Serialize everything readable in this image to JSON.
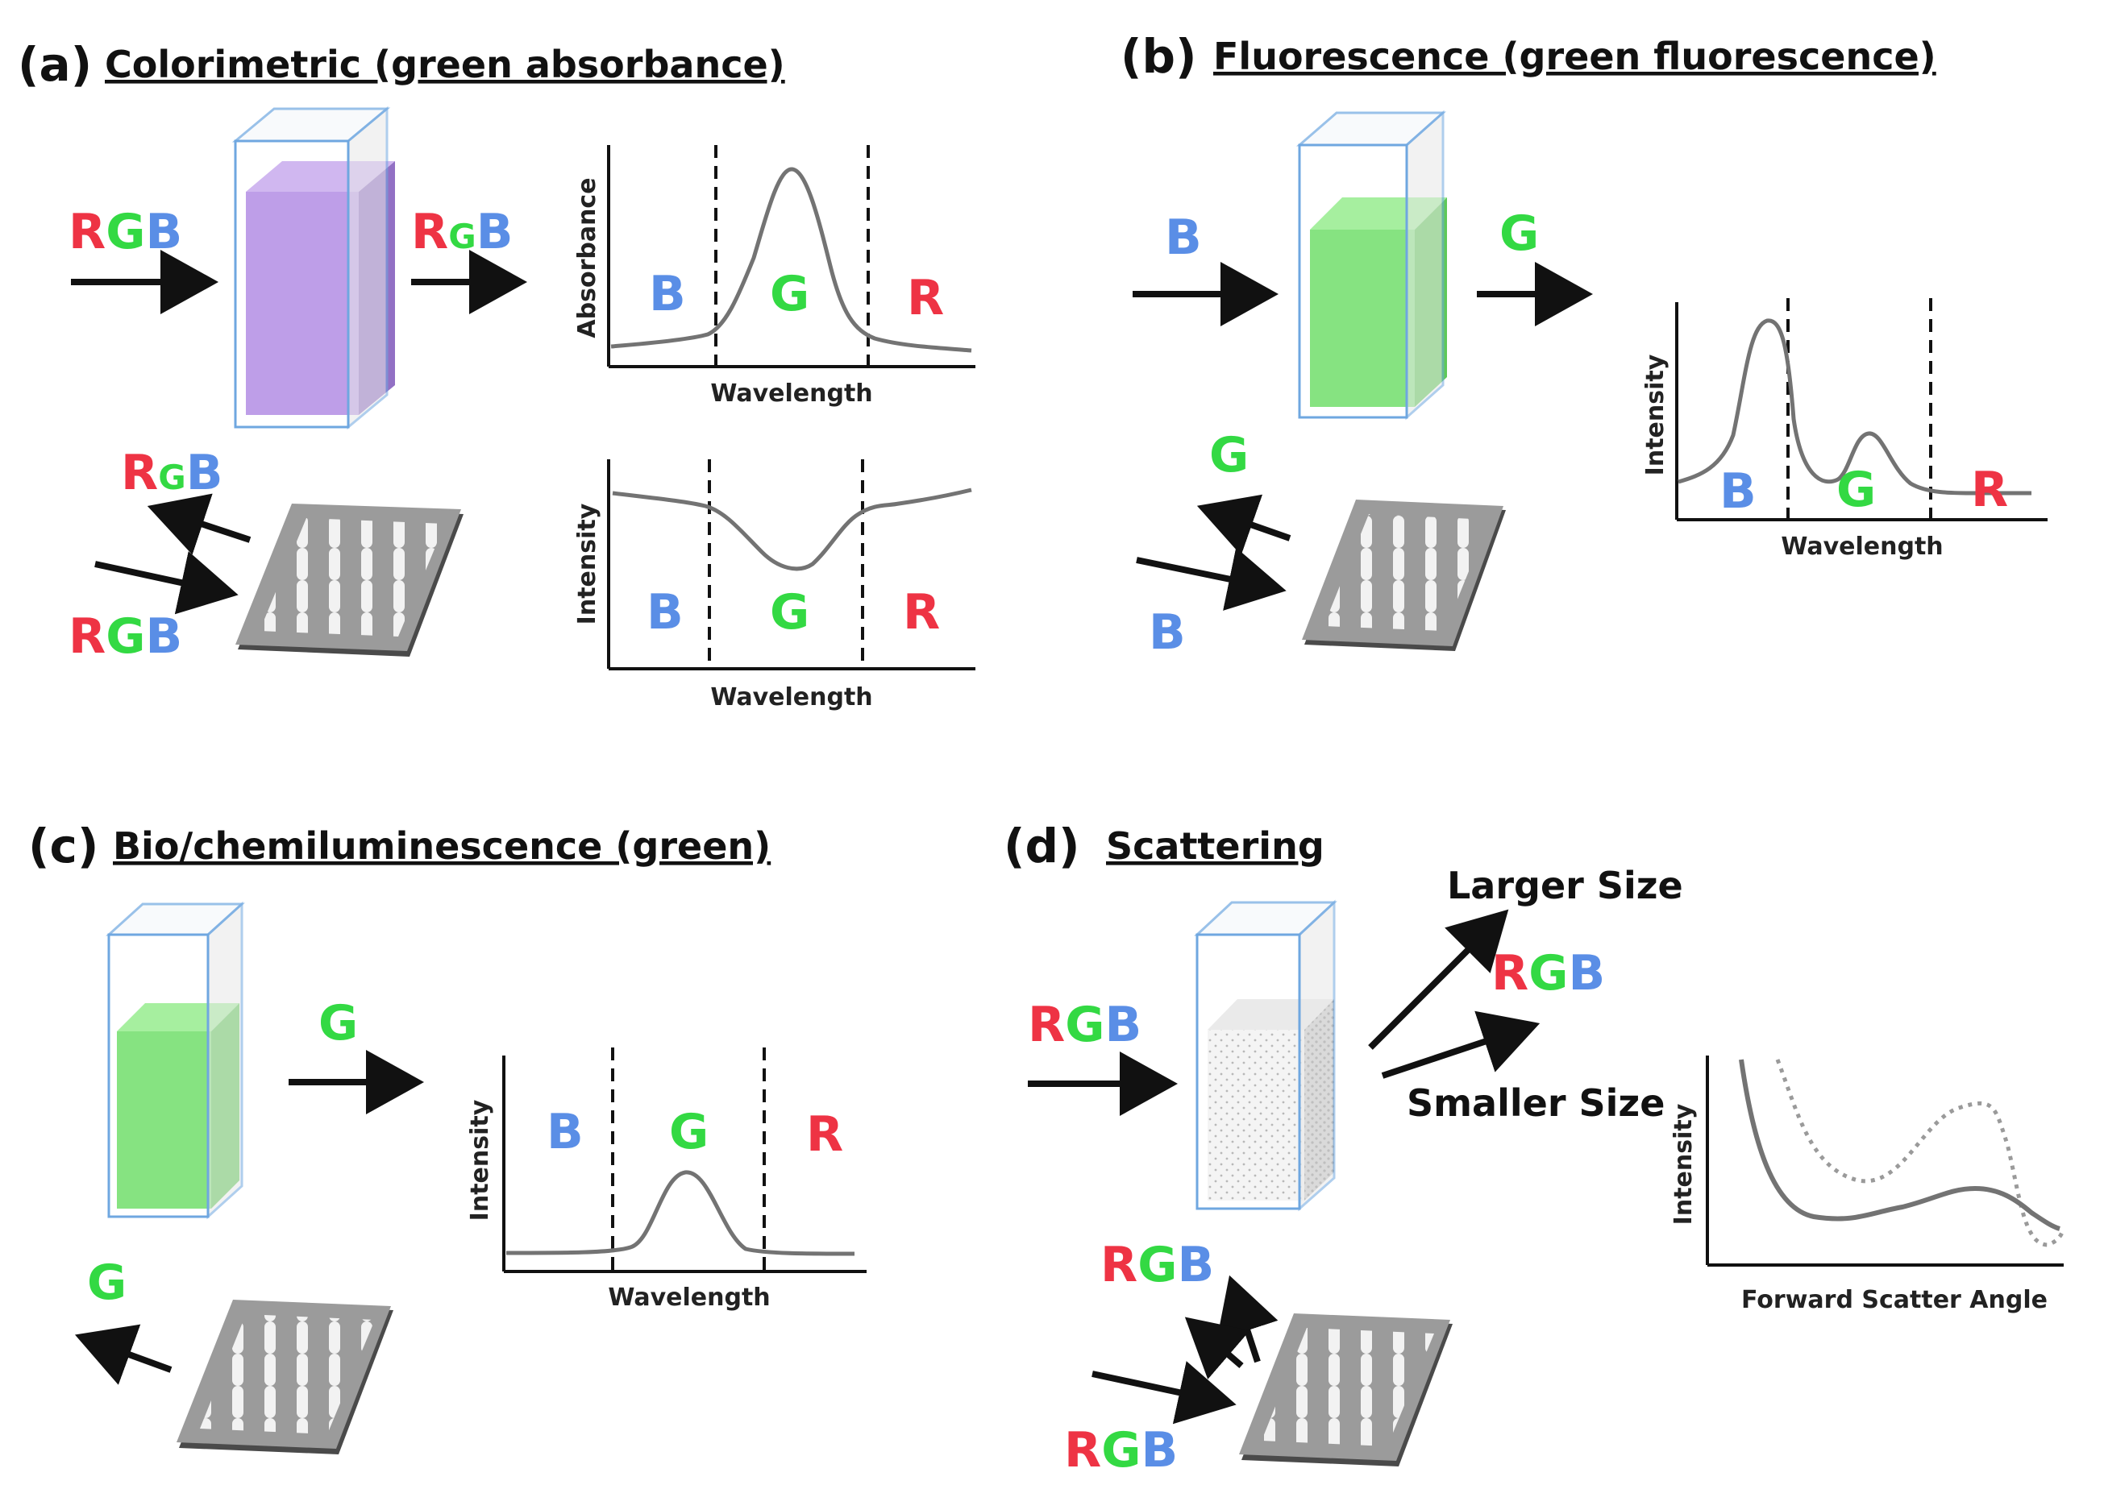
{
  "panels": {
    "a": {
      "tag": "(a)",
      "title": "Colorimetric (green absorbance)"
    },
    "b": {
      "tag": "(b)",
      "title": "Fluorescence (green fluorescence)"
    },
    "c": {
      "tag": "(c)",
      "title": "Bio/chemiluminescence (green)"
    },
    "d": {
      "tag": "(d)",
      "title": "Scattering"
    }
  },
  "letters": {
    "R": "R",
    "G": "G",
    "B": "B"
  },
  "axes": {
    "absorbance": "Absorbance",
    "intensity": "Intensity",
    "wavelength": "Wavelength",
    "forward_scatter": "Forward Scatter Angle"
  },
  "scatter_labels": {
    "larger": "Larger Size",
    "smaller": "Smaller Size"
  },
  "colors": {
    "red": "#ee3344",
    "green": "#33d943",
    "blue": "#5a8ee6",
    "curve": "#737373",
    "axis": "#111111"
  }
}
